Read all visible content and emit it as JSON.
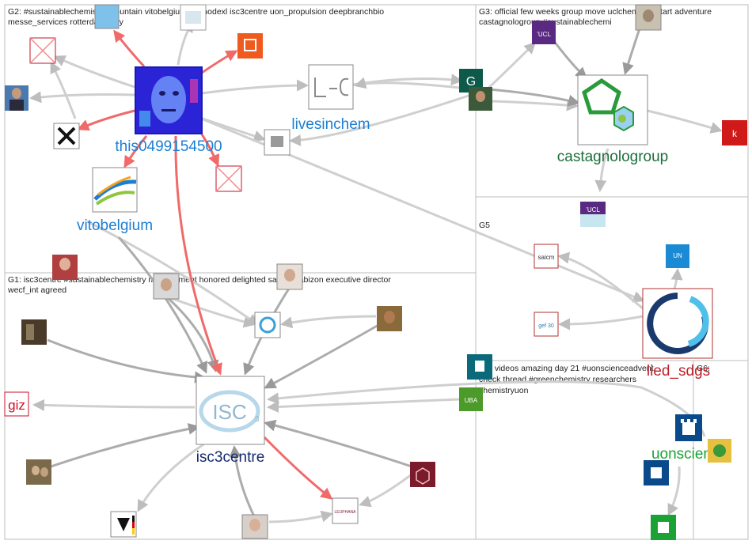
{
  "groups": [
    {
      "id": "G2",
      "title_lines": [
        "G2: #sustainablechemistry mountain vitobelgium top nodexl isc3centre uon_propulsion deepbranchbio",
        "messe_services rotterdamahoy"
      ]
    },
    {
      "id": "G3",
      "title_lines": [
        "G3: official few weeks group move uclchemistry start adventure",
        "castagnologroup #sustainablechemi"
      ]
    },
    {
      "id": "G1",
      "title_lines": [
        "G1: isc3centre #sustainablechemistry management honored delighted saschagabizon executive director",
        "wecf_int agreed"
      ]
    },
    {
      "id": "G5",
      "title_lines": [
        "G5"
      ]
    },
    {
      "id": "G4",
      "title_lines": [
        "G4: videos amazing day 21 #uonscienceadvent",
        "check thread #greenchemistry researchers",
        "chemistryuon"
      ]
    },
    {
      "id": "G6",
      "title_lines": [
        "G6:"
      ]
    }
  ],
  "nodes": [
    {
      "id": "this0499154500",
      "label": "this0499154500",
      "label_color": "#1a7fd4",
      "icon": "glitch-face-portrait-icon"
    },
    {
      "id": "vitobelgium",
      "label": "vitobelgium",
      "label_color": "#1a7fd4",
      "icon": "vito-swoosh-logo-icon"
    },
    {
      "id": "livesinchem",
      "label": "livesinchem",
      "label_color": "#1a7fd4",
      "icon": "lc-logo-icon"
    },
    {
      "id": "castagnologroup",
      "label": "castagnologroup",
      "label_color": "#1b6e3a",
      "icon": "pentagon-molecule-icon"
    },
    {
      "id": "isc3centre",
      "label": "isc3centre",
      "label_color": "#152a6e",
      "icon": "isc3-logo-icon"
    },
    {
      "id": "lied_sdgs",
      "label": "lied_sdgs",
      "label_color": "#c0202a",
      "icon": "blue-ring-logo-icon"
    },
    {
      "id": "uonscience",
      "label": "uonscience",
      "label_color": "#1aa334",
      "icon": "uon-castle-icon"
    },
    {
      "id": "giz",
      "label": "giz",
      "label_color": "#c8102e",
      "icon": "giz-logo-icon"
    },
    {
      "id": "uba",
      "label": "UBA",
      "label_color": "#ffffff",
      "icon": "uba-logo-icon"
    },
    {
      "id": "ucl1",
      "label": "’UCL",
      "label_color": "#ffffff",
      "icon": "ucl-logo-icon"
    },
    {
      "id": "ucl2",
      "label": "’UCL",
      "label_color": "#ffffff",
      "icon": "ucl-logo-icon"
    },
    {
      "id": "g_node",
      "label": "G",
      "label_color": "#ffffff",
      "icon": "g-letter-icon"
    },
    {
      "id": "saicm",
      "label": "saicm",
      "label_color": "#333333",
      "icon": "saicm-logo-icon"
    },
    {
      "id": "un",
      "label": "UN",
      "label_color": "#ffffff",
      "icon": "un-environment-icon"
    },
    {
      "id": "gef",
      "label": "gef 30",
      "label_color": "#2e7fb0",
      "icon": "gef-logo-icon"
    },
    {
      "id": "leuphana",
      "label": "LEUPHANA",
      "label_color": "#8a1830",
      "icon": "leuphana-logo-icon"
    }
  ],
  "colors": {
    "edge_gray": "#c8c8c8",
    "edge_dark": "#a8a8a8",
    "edge_red": "#f06a6a",
    "group_border": "#bdbdbd"
  }
}
